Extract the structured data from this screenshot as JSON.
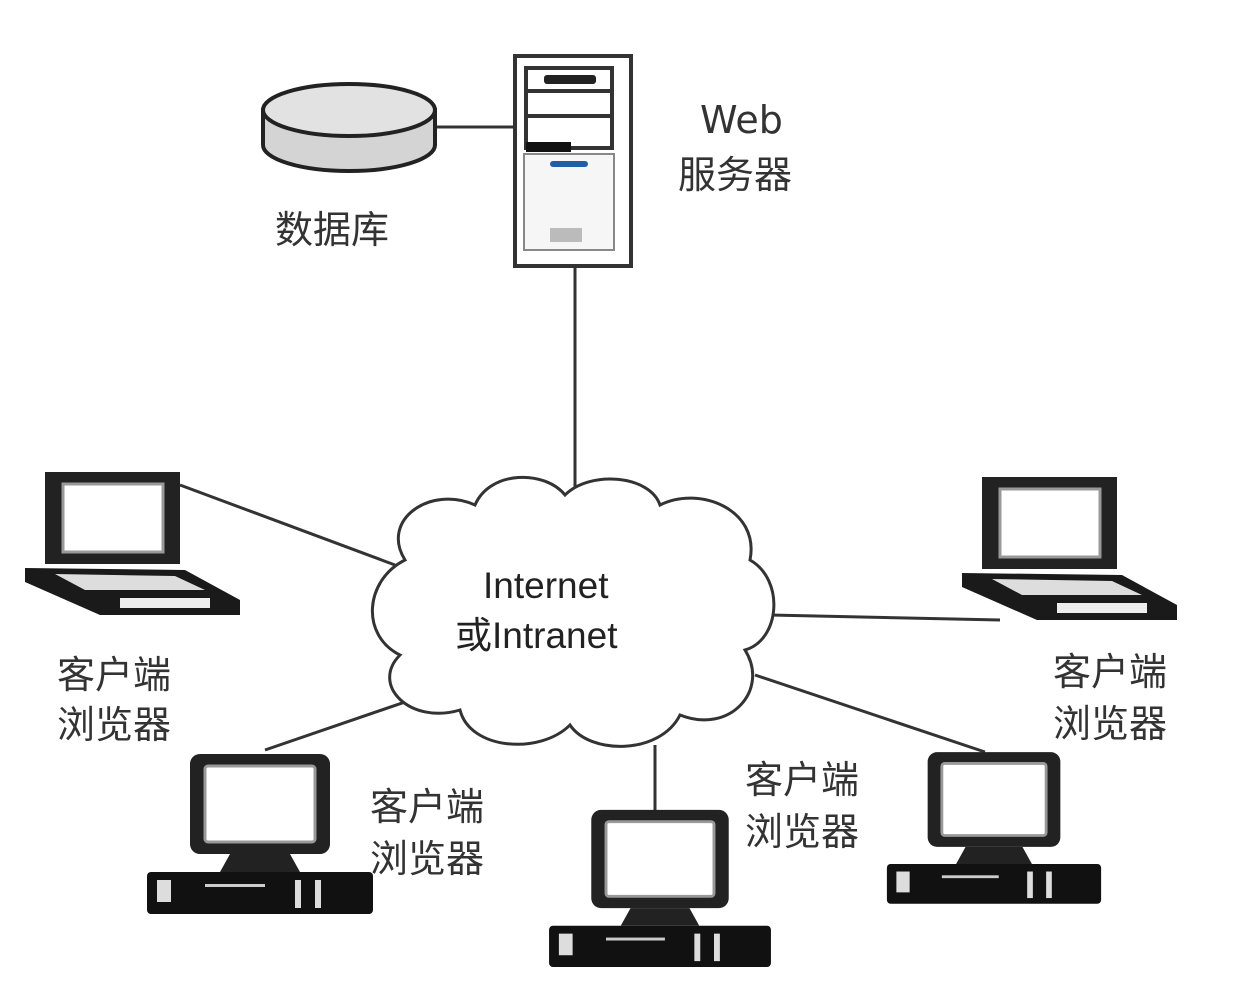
{
  "server": {
    "label_line1": "Web",
    "label_line2": "服务器"
  },
  "database": {
    "label": "数据库"
  },
  "network": {
    "line1": "Internet",
    "line2": "或Intranet"
  },
  "clients": [
    {
      "line1": "客户端",
      "line2": "浏览器"
    },
    {
      "line1": "客户端",
      "line2": "浏览器"
    },
    {
      "line1": "客户端",
      "line2": "浏览器"
    },
    {
      "line1": "客户端",
      "line2": "浏览器"
    }
  ],
  "colors": {
    "line": "#333333",
    "server_led": "#1f5fa8",
    "db_fill": "#d4d4d4"
  }
}
